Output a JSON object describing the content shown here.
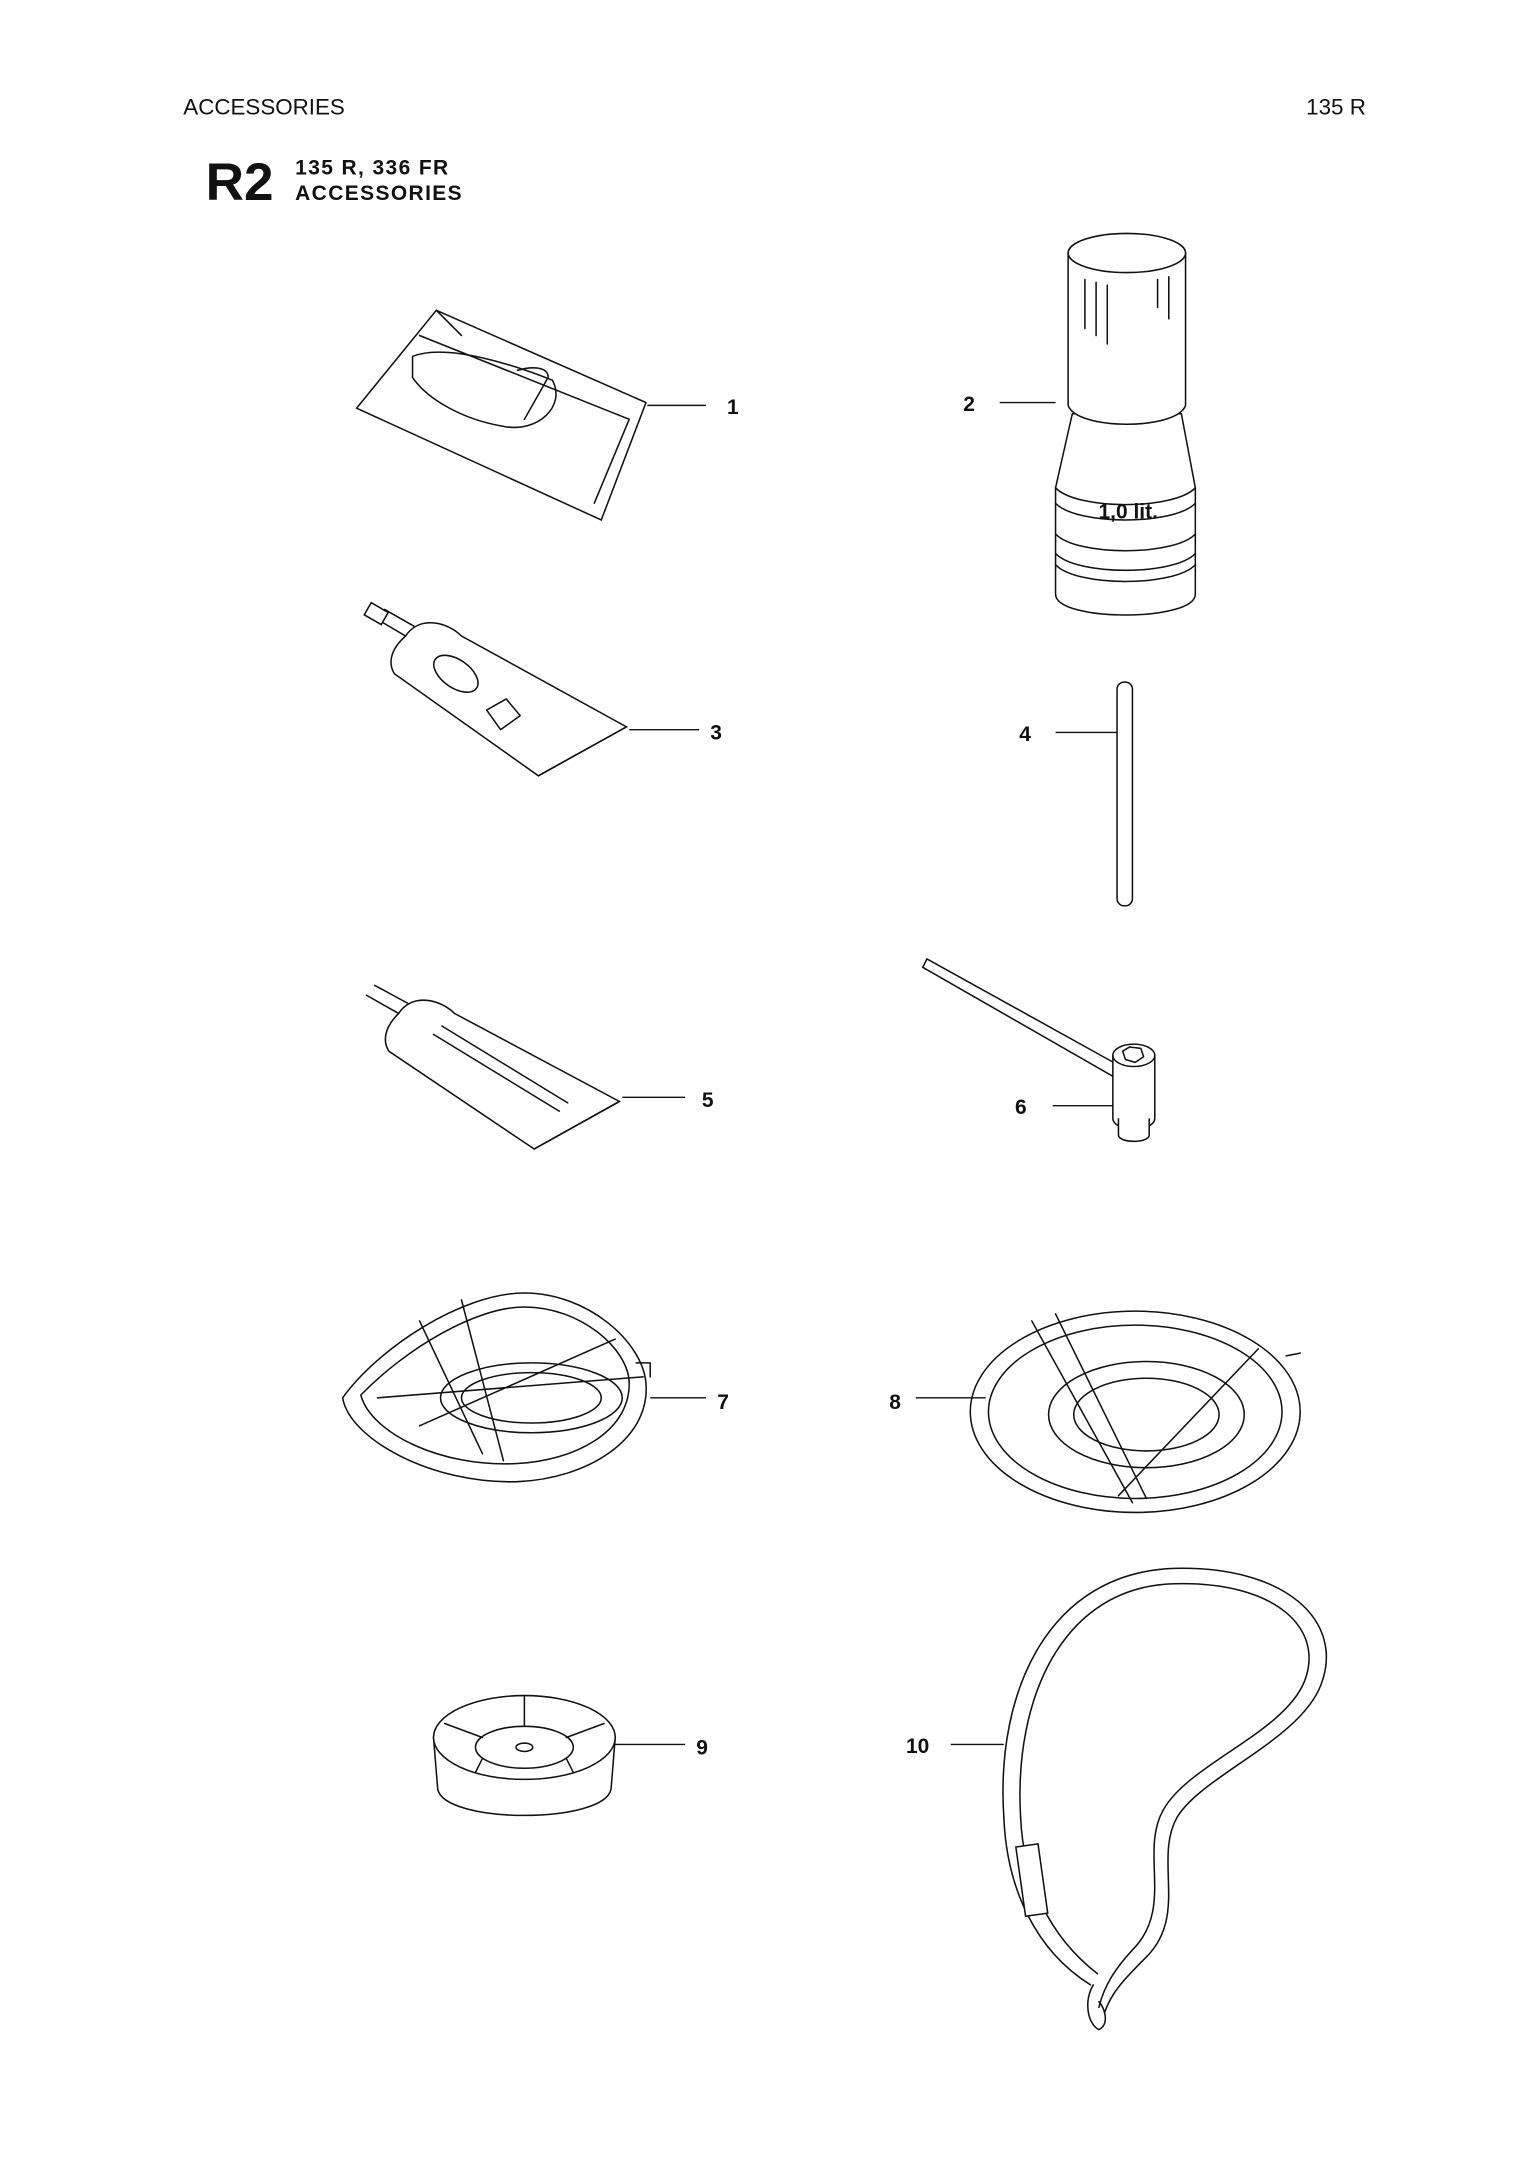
{
  "header": {
    "section": "ACCESSORIES",
    "model": "135 R"
  },
  "title": {
    "code": "R2",
    "models": "135 R, 336 FR",
    "name": "ACCESSORIES"
  },
  "parts": [
    {
      "number": "1",
      "item": "pouch"
    },
    {
      "number": "2",
      "item": "oil-bottle",
      "label": "1,0 lit."
    },
    {
      "number": "3",
      "item": "grease-tube"
    },
    {
      "number": "4",
      "item": "rod"
    },
    {
      "number": "5",
      "item": "grease-tube"
    },
    {
      "number": "6",
      "item": "combination-wrench"
    },
    {
      "number": "7",
      "item": "trimmer-guard"
    },
    {
      "number": "8",
      "item": "blade-guard"
    },
    {
      "number": "9",
      "item": "spool"
    },
    {
      "number": "10",
      "item": "harness-strap"
    }
  ]
}
